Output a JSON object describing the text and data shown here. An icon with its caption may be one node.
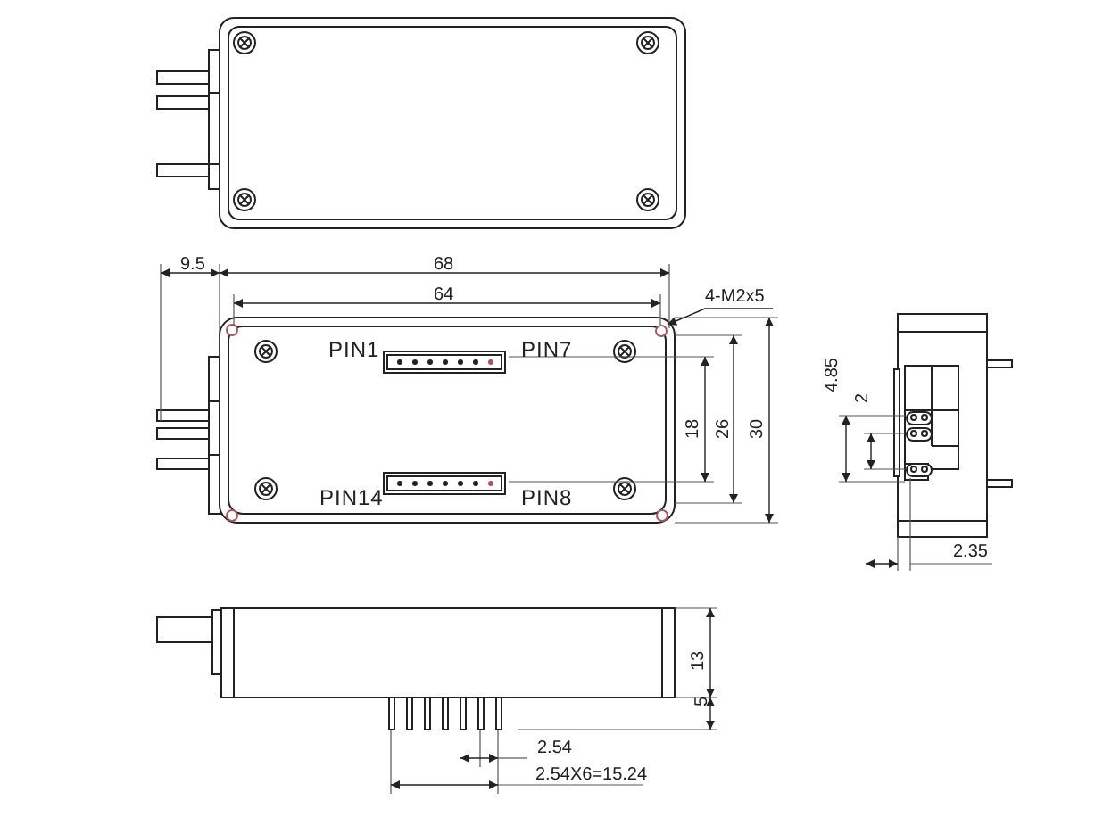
{
  "diagram": {
    "nodes": [
      {
        "text": [
          "4-M2x5"
        ]
      },
      {
        "text": [],
        "shape": "circle"
      }
    ],
    "edges": [
      {
        "from": 0,
        "to": 1,
        "arrow": "to"
      }
    ],
    "labels": [
      "9.5",
      "68",
      "64",
      "PIN1",
      "PIN7",
      "PIN14",
      "PIN8",
      "4.85",
      "2",
      "18",
      "26",
      "30",
      "2.35",
      "13",
      "5",
      "2.54",
      "2.54X6=15.24"
    ]
  }
}
